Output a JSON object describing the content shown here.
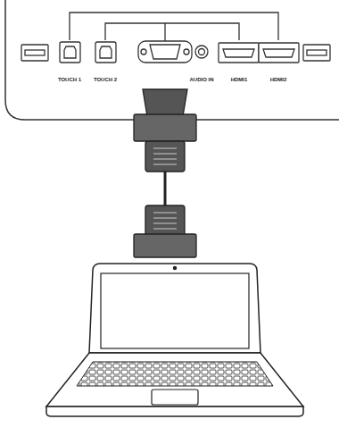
{
  "diagram": {
    "labels": [
      "TOUCH 1",
      "TOUCH 2",
      "AUDIO IN",
      "HDMI1",
      "HDMI2"
    ]
  }
}
